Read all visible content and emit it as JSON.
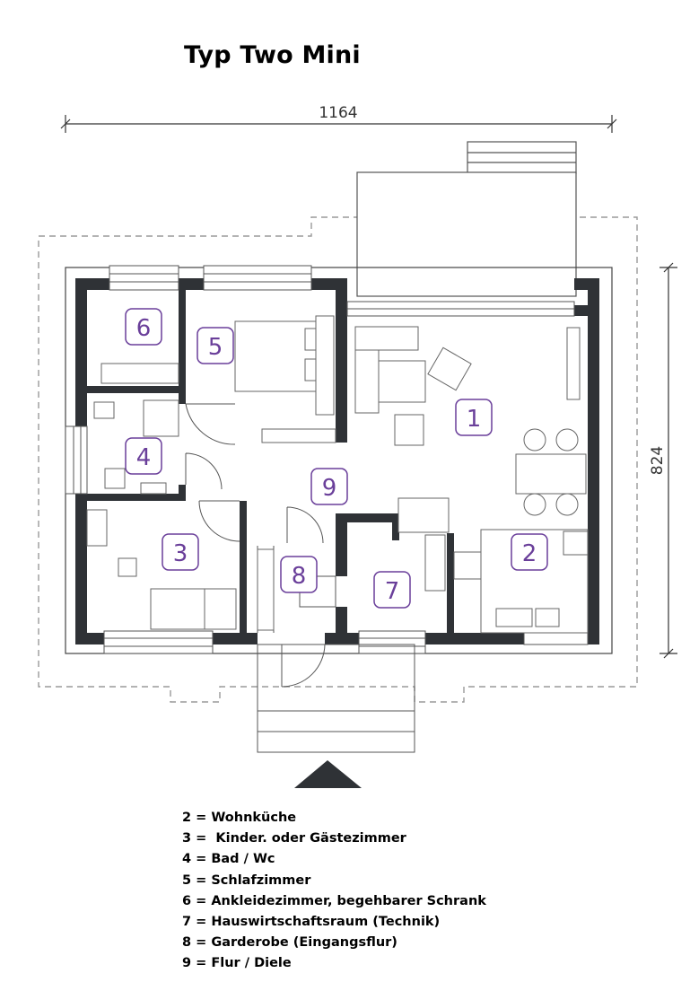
{
  "title": "Typ Two Mini",
  "dimensions": {
    "width": "1164",
    "depth": "824"
  },
  "rooms": [
    {
      "num": "1"
    },
    {
      "num": "2"
    },
    {
      "num": "3"
    },
    {
      "num": "4"
    },
    {
      "num": "5"
    },
    {
      "num": "6"
    },
    {
      "num": "7"
    },
    {
      "num": "8"
    },
    {
      "num": "9"
    }
  ],
  "legend": [
    "2 = Wohnküche",
    "3 =  Kinder. oder Gästezimmer",
    "4 = Bad / Wc",
    "5 = Schlafzimmer",
    "6 = Ankleidezimmer, begehbarer Schrank",
    "7 = Hauswirtschaftsraum (Technik)",
    "8 = Garderobe (Eingangsflur)",
    "9 = Flur / Diele"
  ],
  "colors": {
    "wall": "#2f3236",
    "room_label": "#6a3f9a",
    "dashed": "#9a9a9a"
  }
}
